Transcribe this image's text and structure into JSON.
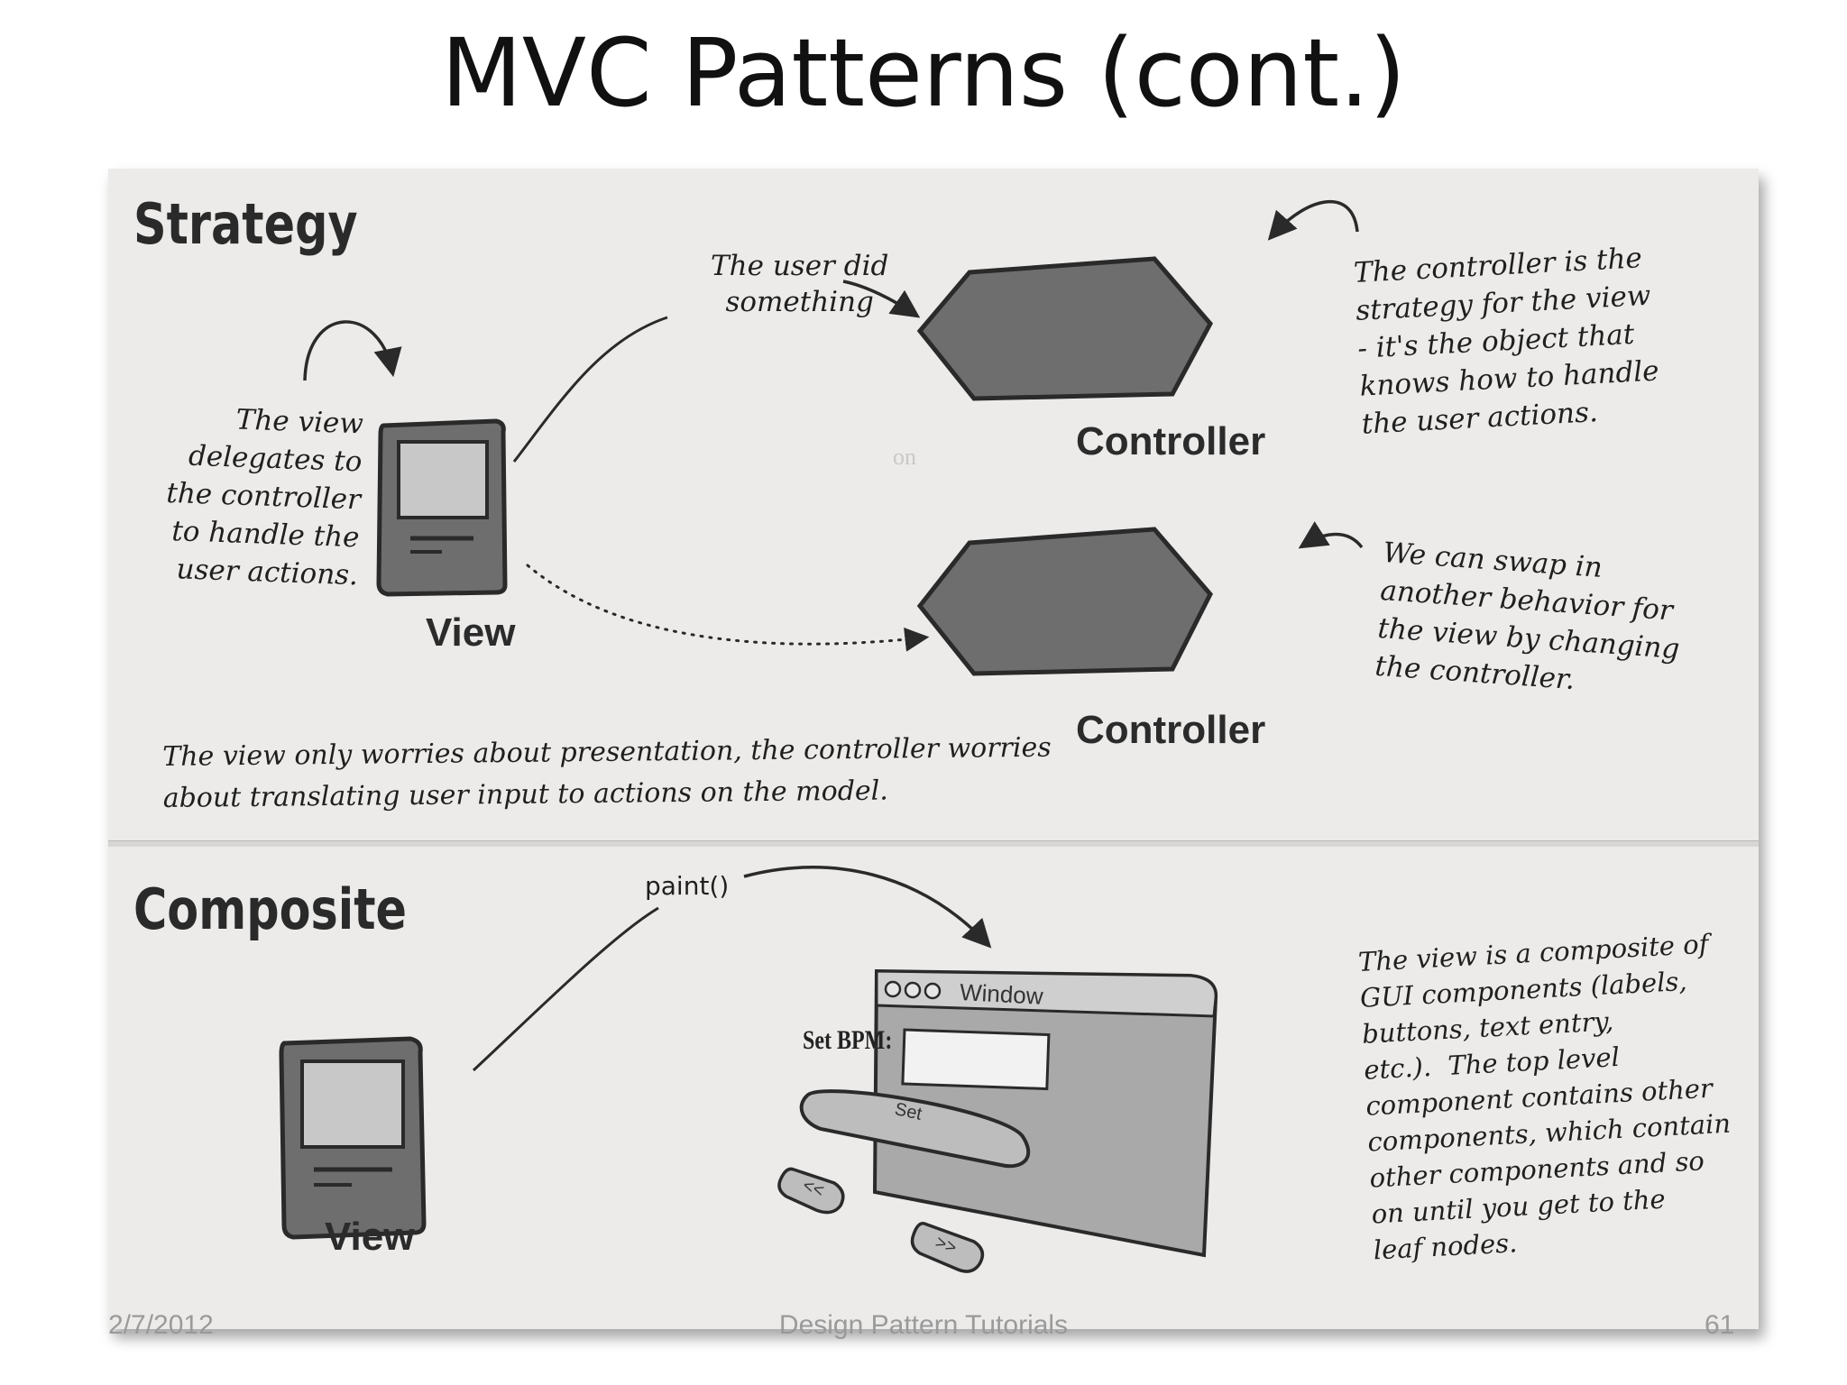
{
  "slide": {
    "title": "MVC Patterns (cont.)"
  },
  "strategy": {
    "title": "Strategy",
    "user_did_note": "The user did\nsomething",
    "view_note": "The view\ndelegates to\nthe controller\nto handle the\nuser actions.",
    "controller_note": "The controller is the\nstrategy for the view\n- it's the object that\nknows how to handle\nthe user actions.",
    "swap_note": "We can swap in\nanother behavior for\nthe view by changing\nthe controller.",
    "view_label": "View",
    "controller_label_1": "Controller",
    "controller_label_2": "Controller",
    "bottom_note": "The view only worries about presentation, the controller worries\nabout translating user input to actions on the model."
  },
  "composite": {
    "title": "Composite",
    "paint_label": "paint()",
    "view_label": "View",
    "window_title": "Window",
    "bpm_label": "Set BPM:",
    "set_button": "Set",
    "prev_button": "<<",
    "next_button": ">>",
    "composite_note": "The view is a composite of\nGUI components (labels,\nbuttons, text entry,\netc.).  The top level\ncomponent contains other\ncomponents, which contain\nother components and so\non until you get to the\nleaf nodes."
  },
  "footer": {
    "date": "2/7/2012",
    "center": "Design Pattern Tutorials",
    "page": "61"
  },
  "colors": {
    "shape_fill": "#6e6e6e",
    "shape_stroke": "#2a2a2a",
    "paper": "#ecebea"
  }
}
